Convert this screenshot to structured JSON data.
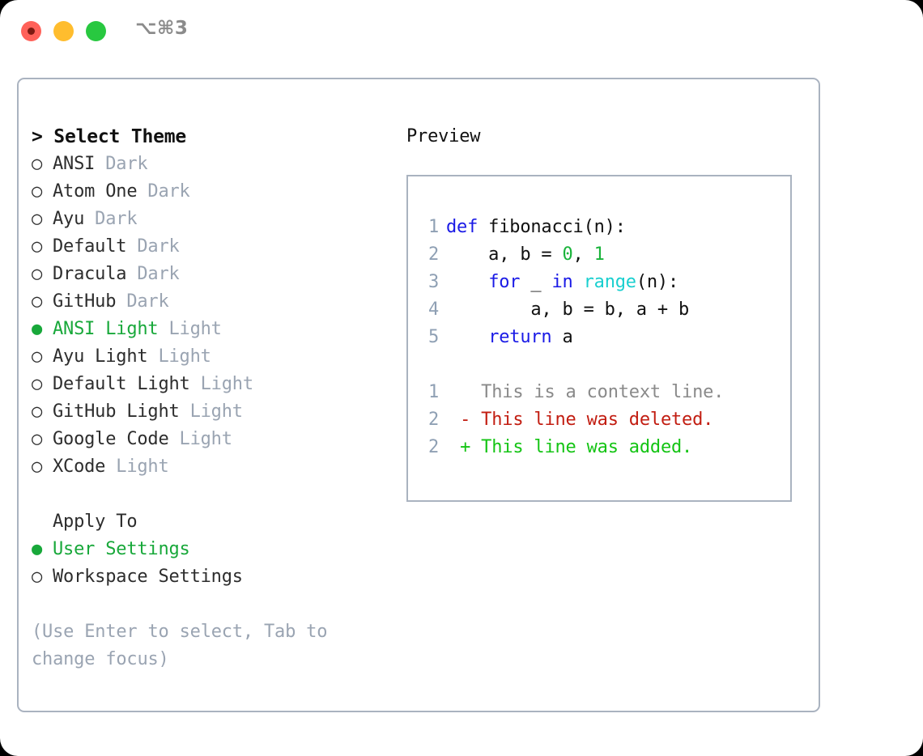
{
  "window": {
    "shortcut_label": "⌥⌘3",
    "traffic_lights": [
      {
        "name": "close",
        "color": "#ff6159"
      },
      {
        "name": "minimize",
        "color": "#ffbd2e"
      },
      {
        "name": "maximize",
        "color": "#28c840"
      }
    ]
  },
  "theme_picker": {
    "header": "> Select Theme",
    "selected_marker": "●",
    "unselected_marker": "○",
    "accent_color": "#18a83a",
    "items": [
      {
        "marker": "○",
        "label": "ANSI",
        "suffix": "Dark",
        "selected": false
      },
      {
        "marker": "○",
        "label": "Atom One",
        "suffix": "Dark",
        "selected": false
      },
      {
        "marker": "○",
        "label": "Ayu",
        "suffix": "Dark",
        "selected": false
      },
      {
        "marker": "○",
        "label": "Default",
        "suffix": "Dark",
        "selected": false
      },
      {
        "marker": "○",
        "label": "Dracula",
        "suffix": "Dark",
        "selected": false
      },
      {
        "marker": "○",
        "label": "GitHub",
        "suffix": "Dark",
        "selected": false
      },
      {
        "marker": "●",
        "label": "ANSI Light",
        "suffix": "Light",
        "selected": true
      },
      {
        "marker": "○",
        "label": "Ayu Light",
        "suffix": "Light",
        "selected": false
      },
      {
        "marker": "○",
        "label": "Default Light",
        "suffix": "Light",
        "selected": false
      },
      {
        "marker": "○",
        "label": "GitHub Light",
        "suffix": "Light",
        "selected": false
      },
      {
        "marker": "○",
        "label": "Google Code",
        "suffix": "Light",
        "selected": false
      },
      {
        "marker": "○",
        "label": "XCode",
        "suffix": "Light",
        "selected": false
      }
    ]
  },
  "apply_to": {
    "header": "Apply To",
    "items": [
      {
        "marker": "●",
        "label": "User Settings",
        "selected": true
      },
      {
        "marker": "○",
        "label": "Workspace Settings",
        "selected": false
      }
    ]
  },
  "hint": "(Use Enter to select, Tab to change focus)",
  "preview": {
    "title": "Preview",
    "code_lines": [
      {
        "number": "1",
        "tokens": [
          {
            "text": "def",
            "kind": "keyword"
          },
          {
            "text": " fibonacci(n):",
            "kind": "plain"
          }
        ]
      },
      {
        "number": "2",
        "tokens": [
          {
            "text": "    a, b = ",
            "kind": "plain"
          },
          {
            "text": "0",
            "kind": "number"
          },
          {
            "text": ", ",
            "kind": "plain"
          },
          {
            "text": "1",
            "kind": "number"
          }
        ]
      },
      {
        "number": "3",
        "tokens": [
          {
            "text": "    ",
            "kind": "plain"
          },
          {
            "text": "for",
            "kind": "keyword"
          },
          {
            "text": " _ ",
            "kind": "plain"
          },
          {
            "text": "in",
            "kind": "keyword"
          },
          {
            "text": " ",
            "kind": "plain"
          },
          {
            "text": "range",
            "kind": "function"
          },
          {
            "text": "(n):",
            "kind": "plain"
          }
        ]
      },
      {
        "number": "4",
        "tokens": [
          {
            "text": "        a, b = b, a + b",
            "kind": "plain"
          }
        ]
      },
      {
        "number": "5",
        "tokens": [
          {
            "text": "    ",
            "kind": "plain"
          },
          {
            "text": "return",
            "kind": "keyword"
          },
          {
            "text": " a",
            "kind": "plain"
          }
        ]
      }
    ],
    "diff_lines": [
      {
        "number": "1",
        "sign": " ",
        "text": "This is a context line.",
        "kind": "context"
      },
      {
        "number": "2",
        "sign": "-",
        "text": "This line was deleted.",
        "kind": "deleted"
      },
      {
        "number": "2",
        "sign": "+",
        "text": "This line was added.",
        "kind": "added"
      }
    ]
  },
  "colors": {
    "keyword": "#1a1ae6",
    "function": "#19cfcf",
    "number": "#19b33a",
    "plain": "#111111",
    "lineno": "#8fa0b4",
    "diff_context": "#8a8a8a",
    "diff_deleted": "#c21d11",
    "diff_added": "#14c414",
    "muted": "#9aa4b2",
    "border": "#aab3c0"
  }
}
